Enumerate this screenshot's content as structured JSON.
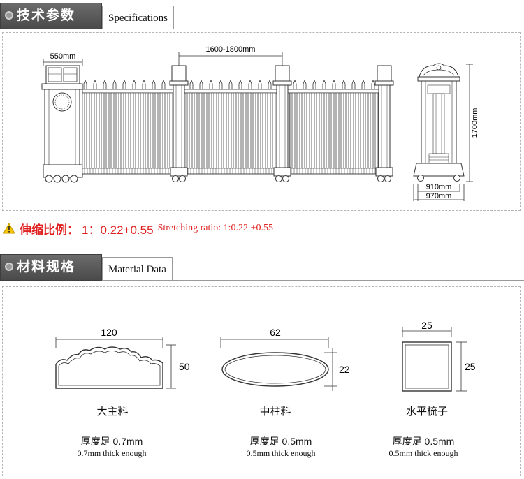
{
  "section1": {
    "title_cn": "技术参数",
    "title_en": "Specifications"
  },
  "section2": {
    "title_cn": "材料规格",
    "title_en": "Material Data"
  },
  "gate": {
    "dim_post": "550mm",
    "dim_span": "1600-1800mm",
    "dim_height": "1700mm",
    "dim_width_inner": "910mm",
    "dim_width_outer": "970mm"
  },
  "ratio": {
    "label_cn": "伸缩比例：",
    "value": "1：0.22+0.55",
    "label_en": "Stretching ratio: 1:0.22 +0.55"
  },
  "materials": [
    {
      "name": "大主料",
      "width": "120",
      "height": "50",
      "thickness": "厚度足 0.7mm",
      "thickness_en": "0.7mm thick enough"
    },
    {
      "name": "中柱料",
      "width": "62",
      "height": "22",
      "thickness": "厚度足 0.5mm",
      "thickness_en": "0.5mm thick enough"
    },
    {
      "name": "水平梳子",
      "width": "25",
      "height": "25",
      "thickness": "厚度足 0.5mm",
      "thickness_en": "0.5mm thick enough"
    }
  ],
  "colors": {
    "warning": "#e02020",
    "header_bg": "#555555",
    "line": "#333333"
  }
}
